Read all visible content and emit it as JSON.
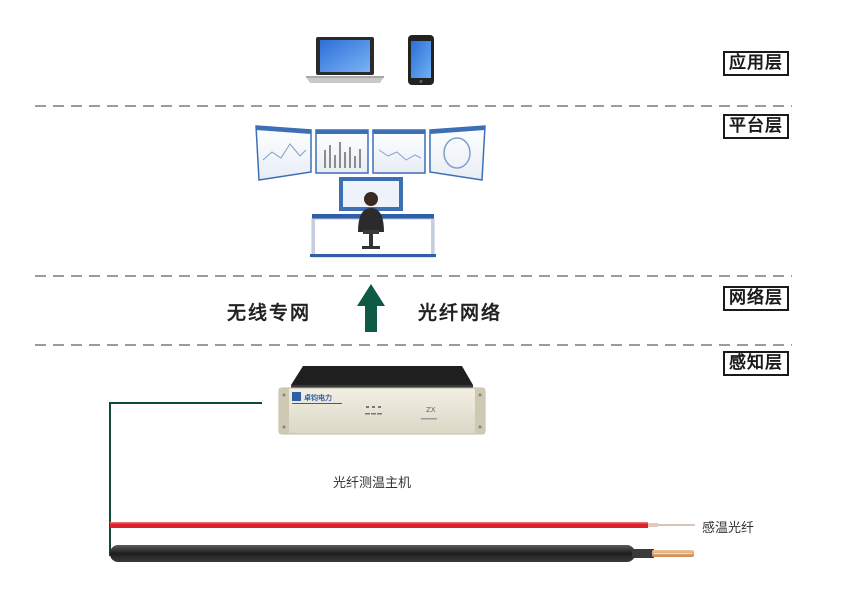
{
  "layers": {
    "application": "应用层",
    "platform": "平台层",
    "network": "网络层",
    "perception": "感知层"
  },
  "network": {
    "left_label": "无线专网",
    "right_label": "光纤网络"
  },
  "device": {
    "brand": "卓钧电力",
    "model": "ZX",
    "caption": "光纤测温主机"
  },
  "fiber": {
    "caption": "感温光纤"
  },
  "colors": {
    "arrow": "#0e5a45",
    "red_fiber": "#d8232a",
    "black_cable": "#2a2a2a",
    "lead_wire": "#0e4a38",
    "monitor_blue": "#3d6fb5",
    "desk_blue": "#2f5fa8"
  }
}
